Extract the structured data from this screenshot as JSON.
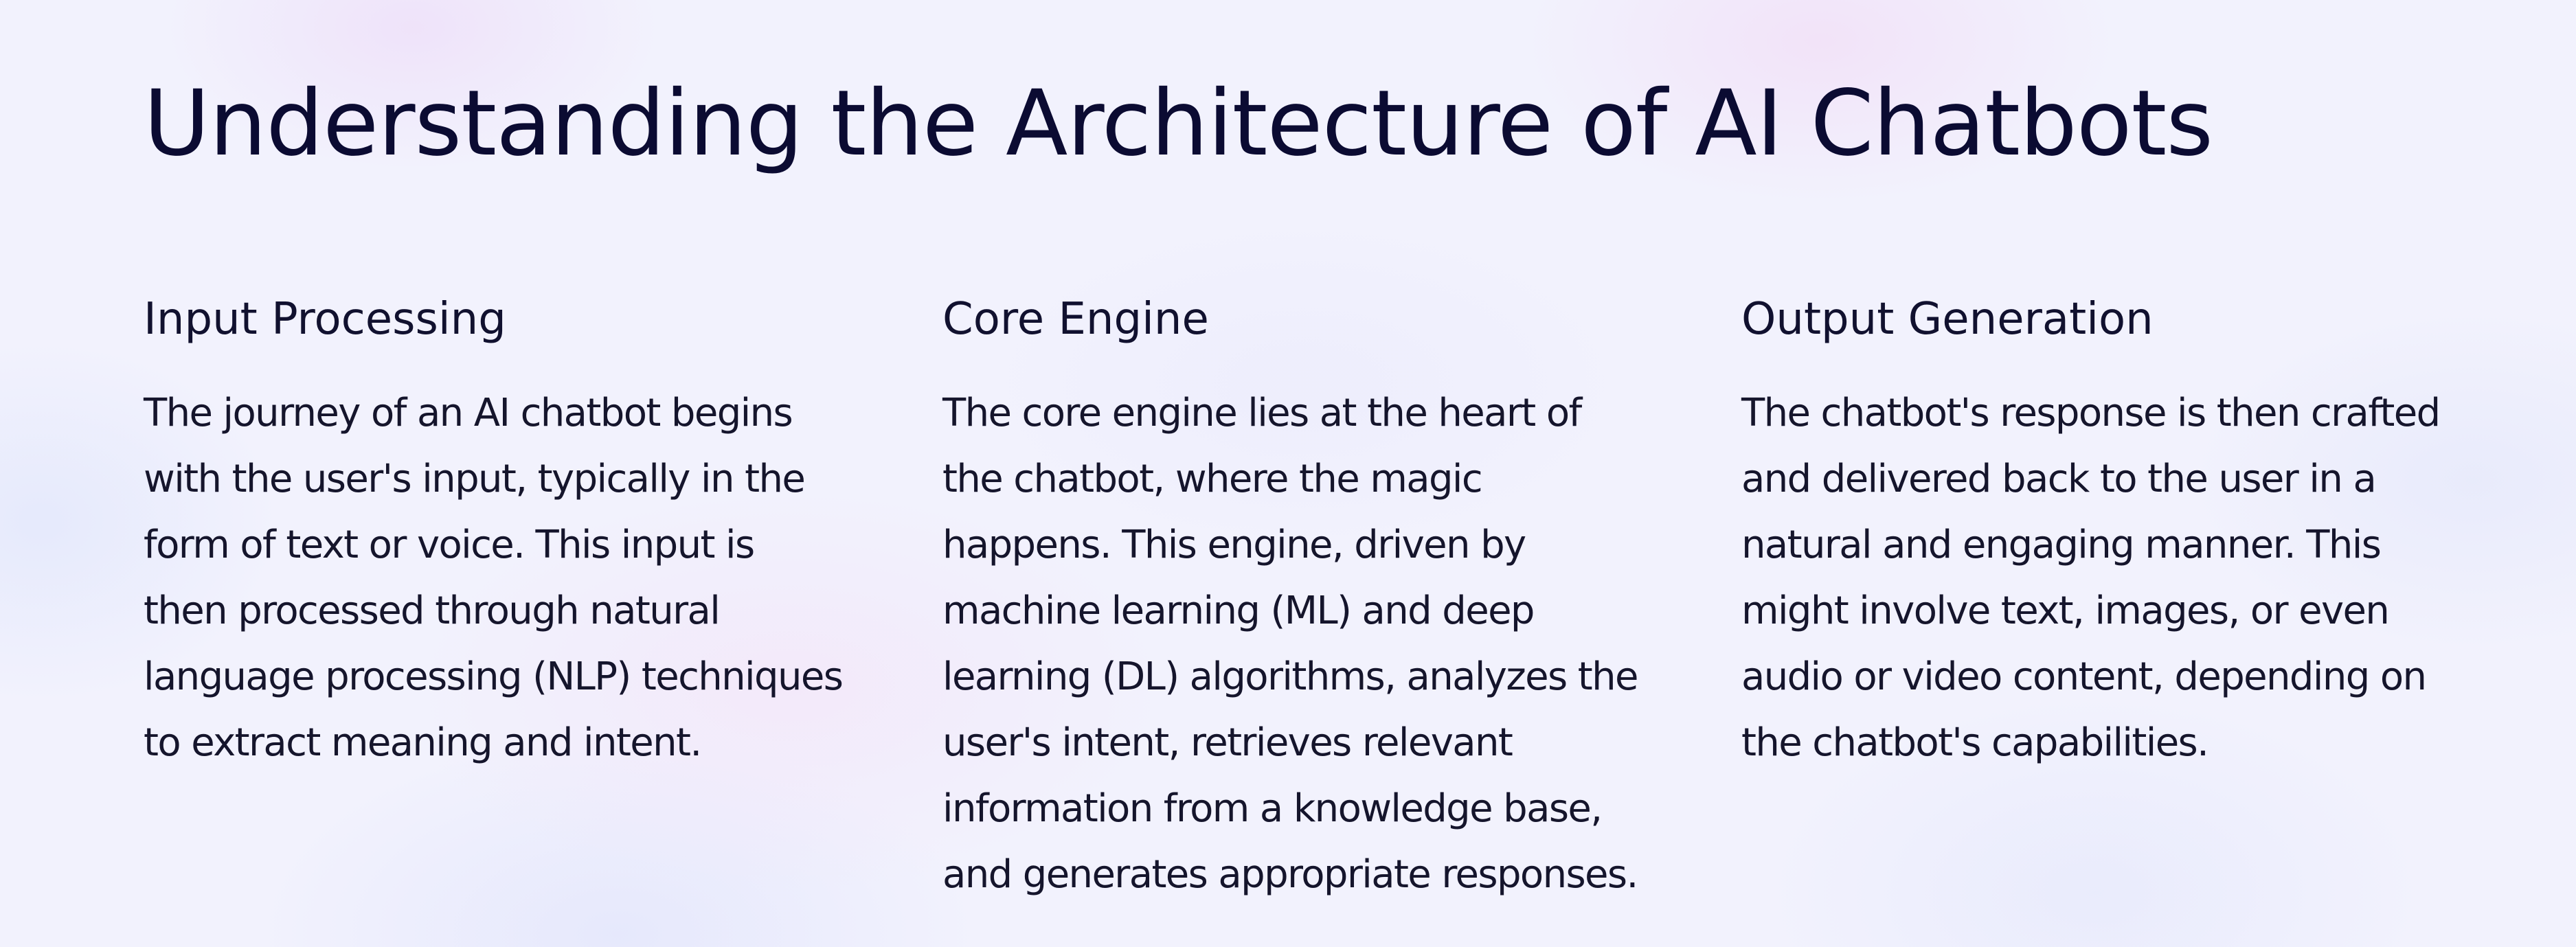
{
  "page": {
    "title": "Understanding the Architecture of AI Chatbots"
  },
  "sections": [
    {
      "heading": "Input Processing",
      "body": "The journey of an AI chatbot begins with the user's input, typically in the form of text or voice. This input is then processed through natural language processing (NLP) techniques to extract meaning and intent."
    },
    {
      "heading": "Core Engine",
      "body": "The core engine lies at the heart of the chatbot, where the magic happens. This engine, driven by machine learning (ML) and deep learning (DL) algorithms, analyzes the user's intent, retrieves relevant information from a knowledge base, and generates appropriate responses."
    },
    {
      "heading": "Output Generation",
      "body": "The chatbot's response is then crafted and delivered back to the user in a natural and engaging manner. This might involve text, images, or even audio or video content, depending on the chatbot's capabilities."
    }
  ],
  "colors": {
    "title_text": "#0b0b32",
    "body_text": "#15152c",
    "background": "#f2f2fd"
  }
}
